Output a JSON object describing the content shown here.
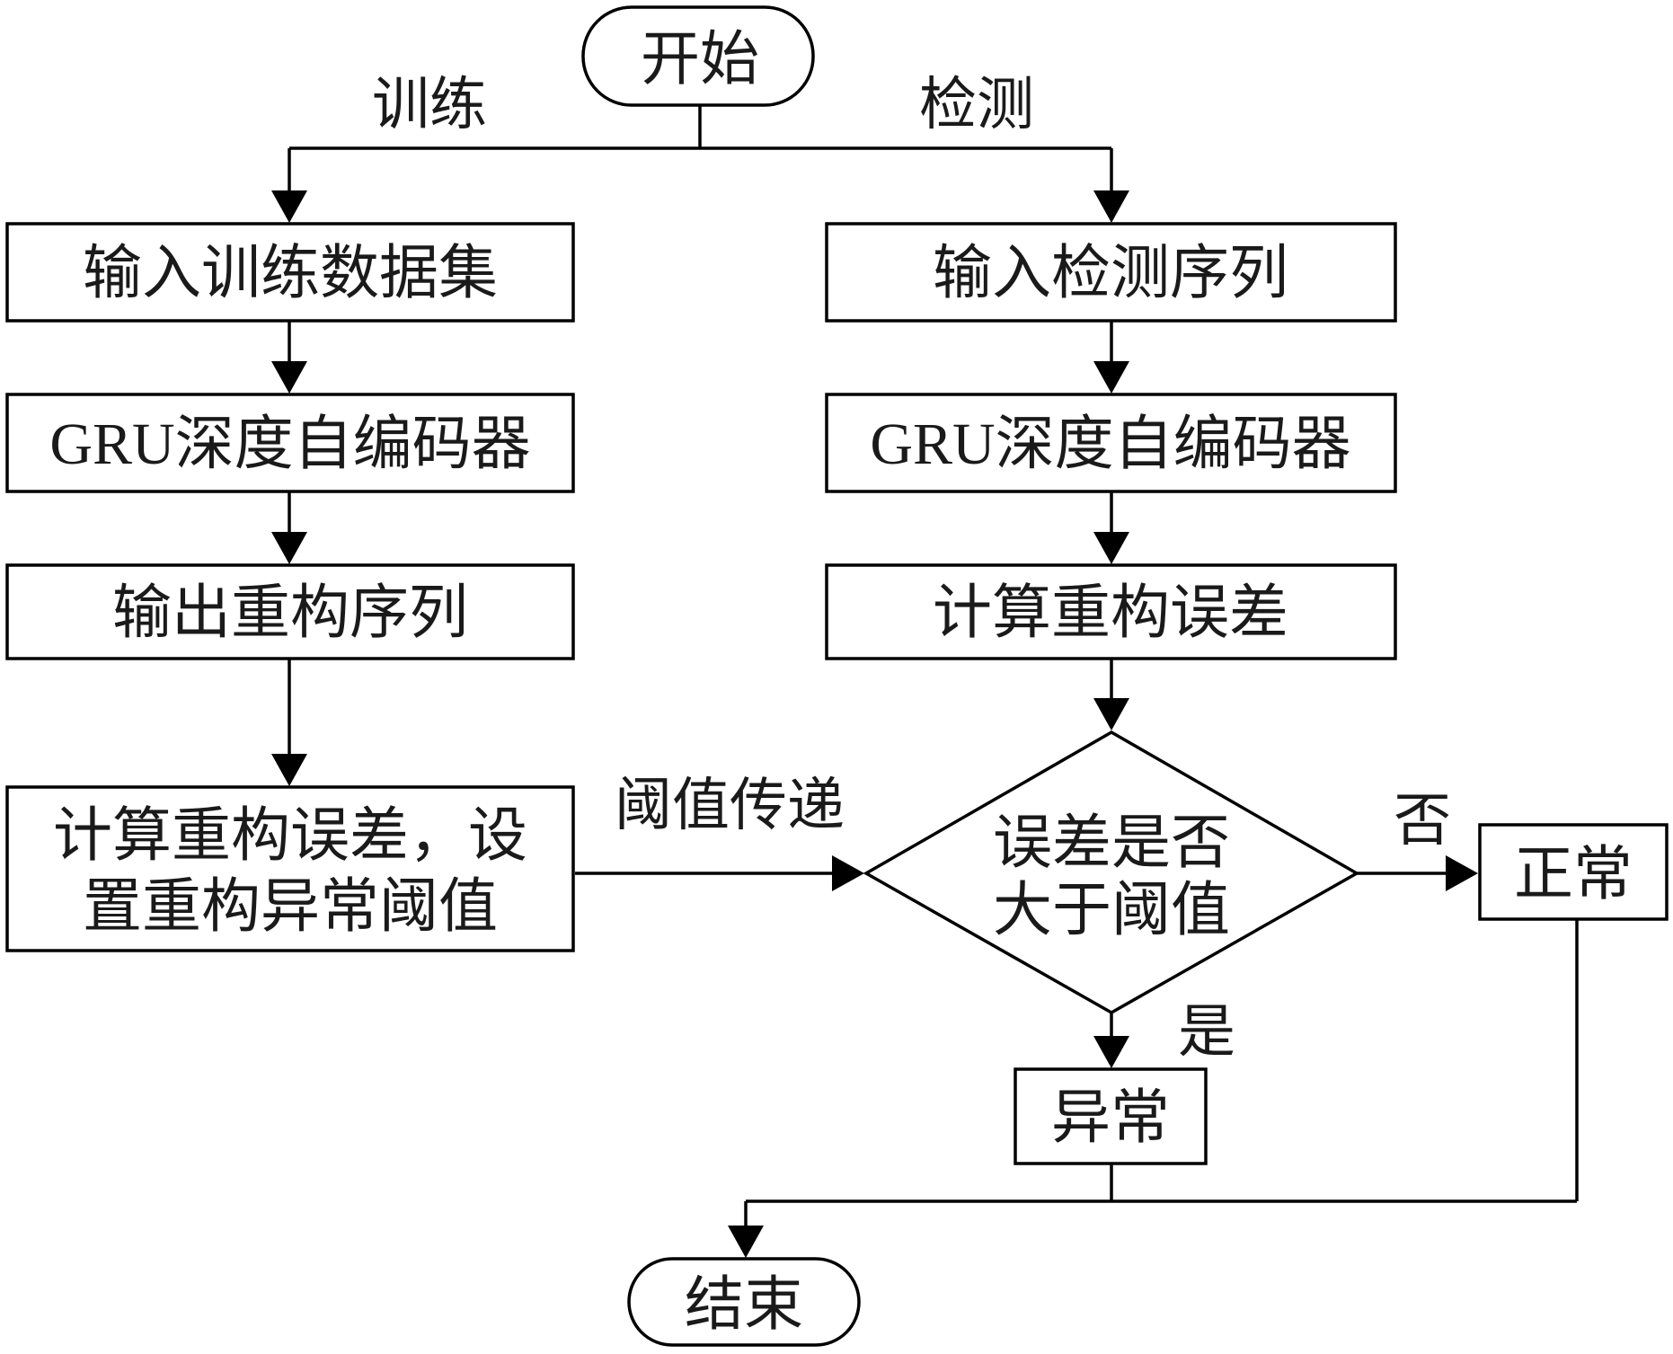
{
  "nodes": {
    "start": "开始",
    "train_input": "输入训练数据集",
    "train_gru": "GRU深度自编码器",
    "train_output": "输出重构序列",
    "train_threshold_line1": "计算重构误差，设",
    "train_threshold_line2": "置重构异常阈值",
    "detect_input": "输入检测序列",
    "detect_gru": "GRU深度自编码器",
    "detect_error": "计算重构误差",
    "decision_line1": "误差是否",
    "decision_line2": "大于阈值",
    "normal": "正常",
    "abnormal": "异常",
    "end": "结束"
  },
  "edges": {
    "train": "训练",
    "detect": "检测",
    "threshold_pass": "阈值传递",
    "no": "否",
    "yes": "是"
  }
}
